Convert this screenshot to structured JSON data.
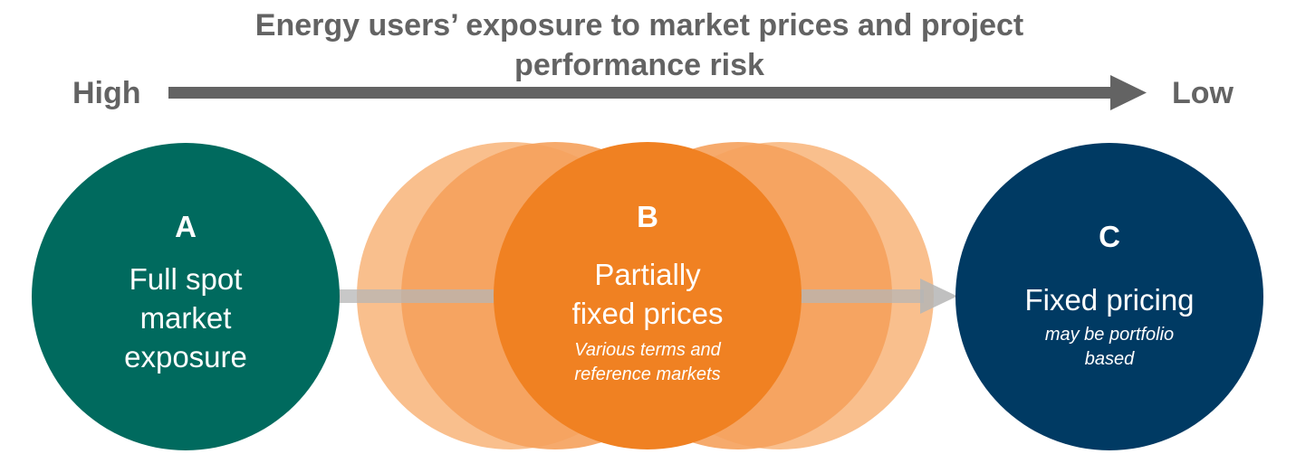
{
  "header": {
    "title_line1": "Energy users’ exposure to market prices and project",
    "title_line2": "performance risk"
  },
  "scale": {
    "high_label": "High",
    "low_label": "Low"
  },
  "options": [
    {
      "letter": "A",
      "main_lines": [
        "Full spot",
        "market",
        "exposure"
      ],
      "sub_lines": [],
      "color": "#006a5e"
    },
    {
      "letter": "B",
      "main_lines": [
        "Partially",
        "fixed prices"
      ],
      "sub_lines": [
        "Various terms and",
        "reference markets"
      ],
      "color": "#f08122"
    },
    {
      "letter": "C",
      "main_lines": [
        "Fixed pricing"
      ],
      "sub_lines": [
        "may be portfolio",
        "based"
      ],
      "color": "#003a63"
    }
  ],
  "colors": {
    "text_gray": "#636363",
    "arrow_gray": "#636363",
    "connector_gray": "#b5b5b5",
    "orange_light": "#f9bf8d",
    "orange_mid": "#f5a15c"
  }
}
